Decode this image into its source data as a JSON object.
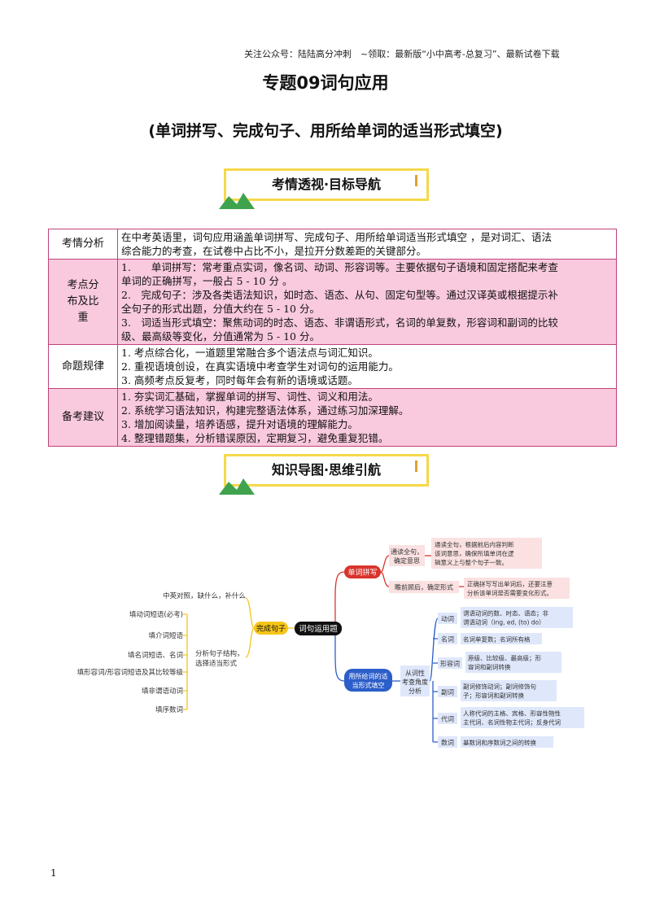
{
  "header_note": "关注公众号：陆陆高分冲刺　~领取：最新版“小中高考-总复习”、最新试卷下载",
  "title": "专题09词句应用",
  "subtitle": "(单词拼写、完成句子、用所给单词的适当形式填空)",
  "banner1": "考情透视·目标导航",
  "banner2": "知识导图·思维引航",
  "table": {
    "rows": [
      {
        "label": "考情分析",
        "lines": [
          "在中考英语里，词句应用涵盖单词拼写、完成句子、用所给单词适当形式填空 ，是对词汇、语法",
          "综合能力的考查，在试卷中占比不小，是拉开分数差距的关键部分。"
        ]
      },
      {
        "label": "考点分布及比重",
        "lines": [
          "1.　　单词拼写：常考重点实词，像名词、动词、形容词等。主要依据句子语境和固定搭配来考查",
          "单词的正确拼写，一般占 5 - 10 分 。",
          "2.　完成句子：涉及各类语法知识，如时态、语态、从句、固定句型等。通过汉译英或根据提示补",
          "全句子的形式出题，分值大约在 5 - 10 分。",
          "3.　词适当形式填空：聚焦动词的时态、语态、非谓语形式，名词的单复数，形容词和副词的比较",
          "级、最高级等变化，分值通常为 5 - 10 分。"
        ]
      },
      {
        "label": "命题规律",
        "lines": [
          "1. 考点综合化，一道题里常融合多个语法点与词汇知识。",
          "2. 重视语境创设，在真实语境中考查学生对词句的运用能力。",
          "3. 高频考点反复考，同时每年会有新的语境或话题。"
        ]
      },
      {
        "label": "备考建议",
        "lines": [
          "1. 夯实词汇基础，掌握单词的拼写、词性、词义和用法。",
          "2. 系统学习语法知识，构建完整语法体系，通过练习加深理解。",
          "3. 增加阅读量，培养语感，提升对语境的理解能力。",
          "4. 整理错题集，分析错误原因，定期复习，避免重复犯错。"
        ]
      }
    ]
  },
  "mindmap": {
    "center": "词句运用题",
    "left": {
      "branch": "完成句子",
      "sub1": "中英对照，缺什么，补什么",
      "sub2": [
        "分析句子结构，",
        "选择适当形式"
      ],
      "items": [
        "填动词短语(必考)",
        "填介词短语",
        "填名词短语、名词",
        "填形容词/形容词短语及其比较等级",
        "填非谓语动词",
        "填序数词"
      ]
    },
    "right_top": {
      "branch": "单词拼写",
      "n1": [
        "通读全句，",
        "确定意思"
      ],
      "d1": [
        "通读全句，根据前后内容判断",
        "该词意思，确保所填单词在逻",
        "辑意义上与整个句子一致。"
      ],
      "n2": "瞻前顾后，确定形式",
      "d2": [
        "正确拼写写出单词后，还要注意",
        "分析该单词是否需要变化形式。"
      ]
    },
    "right_bottom": {
      "branch": [
        "用所给词的适",
        "当形式填空"
      ],
      "mid": [
        "从词性",
        "考查角度",
        "分析"
      ],
      "pos": [
        {
          "label": "动词",
          "desc": [
            "谓语动词的数、时态、语态；非",
            "谓语动词（ing, ed, (to) do）"
          ]
        },
        {
          "label": "名词",
          "desc": [
            "名词单复数；名词所有格"
          ]
        },
        {
          "label": "形容词",
          "desc": [
            "原级、比较级、最高级；形",
            "容词和副词转换"
          ]
        },
        {
          "label": "副词",
          "desc": [
            "副词修饰动词；副词修饰句",
            "子；形容词和副词转换"
          ]
        },
        {
          "label": "代词",
          "desc": [
            "人称代词的主格、宾格、形容性物性",
            "主代词、名词性物主代词；反身代词"
          ]
        },
        {
          "label": "数词",
          "desc": [
            "基数词和序数词之间的转换"
          ]
        }
      ]
    }
  },
  "page_number": "1",
  "colors": {
    "table_border": "#c0437a",
    "pink_fill": "#f9c9dd",
    "banner_yellow": "#f6d84a",
    "branch_red": "#d9342b",
    "branch_blue": "#2c5ec9",
    "branch_yellow": "#f5c518"
  }
}
